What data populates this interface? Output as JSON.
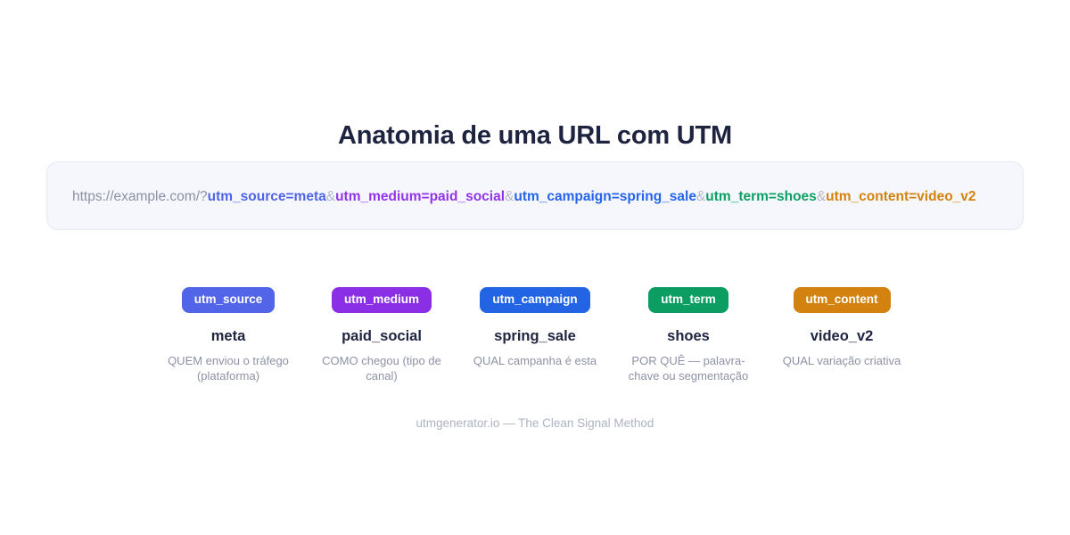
{
  "page": {
    "title": "Anatomia de uma URL com UTM",
    "footer": "utmgenerator.io — The Clean Signal Method",
    "background_color": "#ffffff"
  },
  "url_panel": {
    "base": "https://example.com/?",
    "separator": "&",
    "background_color": "#f5f7fd",
    "border_color": "#e4e8f3",
    "base_color": "#8b90a3",
    "separator_color": "#b3b8c9",
    "segments": [
      {
        "text": "utm_source=meta",
        "color": "#4f63e6"
      },
      {
        "text": "utm_medium=paid_social",
        "color": "#9333ea"
      },
      {
        "text": "utm_campaign=spring_sale",
        "color": "#2563eb"
      },
      {
        "text": "utm_term=shoes",
        "color": "#0d9f63"
      },
      {
        "text": "utm_content=video_v2",
        "color": "#d4820f"
      }
    ]
  },
  "parameters": [
    {
      "badge": "utm_source",
      "value": "meta",
      "description": "QUEM enviou o tráfego (plataforma)",
      "badge_color": "#5265e8"
    },
    {
      "badge": "utm_medium",
      "value": "paid_social",
      "description": "COMO chegou (tipo de canal)",
      "badge_color": "#8b2fe6"
    },
    {
      "badge": "utm_campaign",
      "value": "spring_sale",
      "description": "QUAL campanha é esta",
      "badge_color": "#2264e3"
    },
    {
      "badge": "utm_term",
      "value": "shoes",
      "description": "POR QUÊ — palavra-chave ou segmentação",
      "badge_color": "#0b9d62"
    },
    {
      "badge": "utm_content",
      "value": "video_v2",
      "description": "QUAL variação criativa",
      "badge_color": "#d4820f"
    }
  ]
}
